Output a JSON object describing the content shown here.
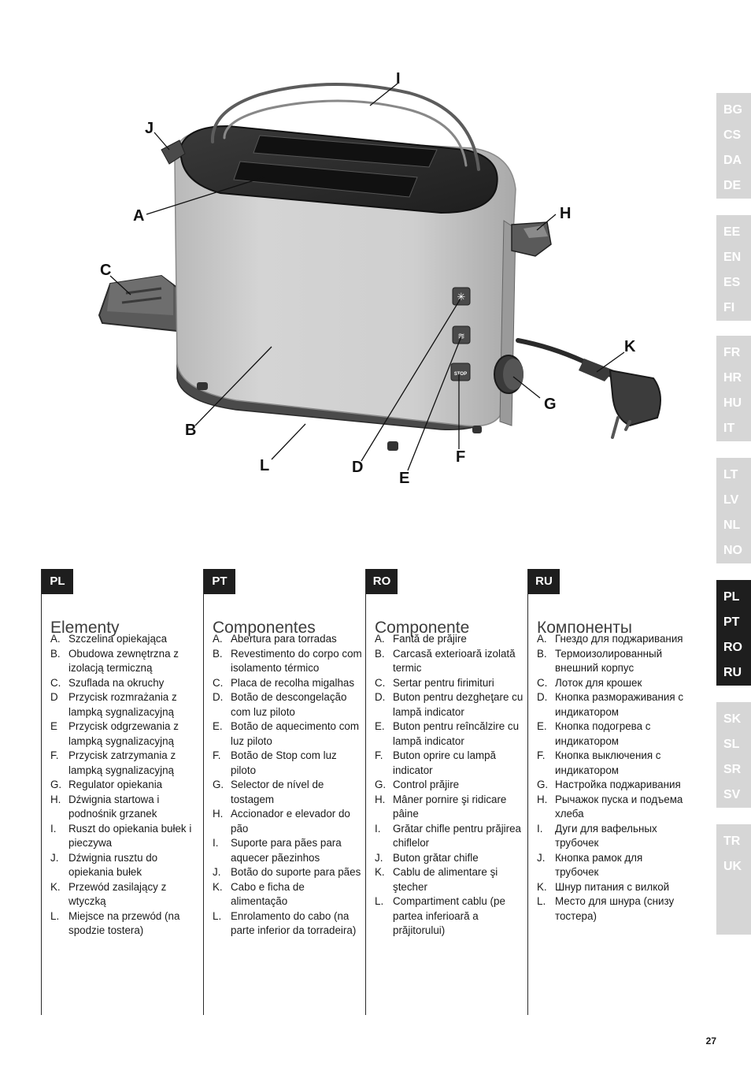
{
  "figure": {
    "callouts": [
      "I",
      "J",
      "A",
      "H",
      "C",
      "K",
      "G",
      "B",
      "F",
      "L",
      "D",
      "E"
    ],
    "buttons": {
      "stop_label": "STOP"
    }
  },
  "languages": [
    [
      "BG",
      "CS",
      "DA",
      "DE"
    ],
    [
      "EE",
      "EN",
      "ES",
      "FI"
    ],
    [
      "FR",
      "HR",
      "HU",
      "IT"
    ],
    [
      "LT",
      "LV",
      "NL",
      "NO"
    ],
    [
      "PL",
      "PT",
      "RO",
      "RU"
    ],
    [
      "SK",
      "SL",
      "SR",
      "SV"
    ],
    [
      "TR",
      "UK"
    ]
  ],
  "active_language_group": 4,
  "columns": [
    {
      "lang": "PL",
      "title": "Elementy",
      "items": [
        {
          "letter": "A.",
          "text": "Szczelina opiekająca"
        },
        {
          "letter": "B.",
          "text": "Obudowa zewnętrzna z izolacją termiczną"
        },
        {
          "letter": "C.",
          "text": "Szuflada na okruchy"
        },
        {
          "letter": "D",
          "text": "Przycisk rozmrażania z lampką sygnalizacyjną"
        },
        {
          "letter": "E",
          "text": "Przycisk odgrzewania z lampką sygnalizacyjną"
        },
        {
          "letter": "F.",
          "text": "Przycisk zatrzymania z lampką sygnalizacyjną"
        },
        {
          "letter": "G.",
          "text": "Regulator opiekania"
        },
        {
          "letter": "H.",
          "text": "Dźwignia startowa i podnośnik grzanek"
        },
        {
          "letter": "I.",
          "text": "Ruszt do opiekania bułek i pieczywa"
        },
        {
          "letter": "J.",
          "text": "Dźwignia rusztu do opiekania bułek"
        },
        {
          "letter": "K.",
          "text": "Przewód zasilający z wtyczką"
        },
        {
          "letter": "L.",
          "text": "Miejsce na przewód (na spodzie tostera)"
        }
      ]
    },
    {
      "lang": "PT",
      "title": "Componentes",
      "items": [
        {
          "letter": "A.",
          "text": "Abertura para torradas"
        },
        {
          "letter": "B.",
          "text": "Revestimento do corpo com isolamento térmico"
        },
        {
          "letter": "C.",
          "text": "Placa de recolha migalhas"
        },
        {
          "letter": "D.",
          "text": "Botão de descongelação com luz piloto"
        },
        {
          "letter": "E.",
          "text": "Botão de aquecimento com luz piloto"
        },
        {
          "letter": "F.",
          "text": "Botão de Stop com luz piloto"
        },
        {
          "letter": "G.",
          "text": "Selector de nível de tostagem"
        },
        {
          "letter": "H.",
          "text": "Accionador e elevador do pão"
        },
        {
          "letter": "I.",
          "text": "Suporte para pães para aquecer pãezinhos"
        },
        {
          "letter": "J.",
          "text": "Botão do suporte para pães"
        },
        {
          "letter": "K.",
          "text": "Cabo e ficha de alimentação"
        },
        {
          "letter": "L.",
          "text": "Enrolamento do cabo (na parte inferior da torradeira)"
        }
      ]
    },
    {
      "lang": "RO",
      "title": "Componente",
      "items": [
        {
          "letter": "A.",
          "text": "Fantă de prăjire"
        },
        {
          "letter": "B.",
          "text": "Carcasă exterioară izolată termic"
        },
        {
          "letter": "C.",
          "text": "Sertar pentru firimituri"
        },
        {
          "letter": "D.",
          "text": "Buton pentru dezgheţare cu lampă indicator"
        },
        {
          "letter": "E.",
          "text": "Buton pentru reîncălzire cu lampă indicator"
        },
        {
          "letter": "F.",
          "text": "Buton oprire cu lampă indicator"
        },
        {
          "letter": "G.",
          "text": "Control prăjire"
        },
        {
          "letter": "H.",
          "text": "Mâner pornire şi ridicare pâine"
        },
        {
          "letter": "I.",
          "text": "Grătar chifle pentru prăjirea chiflelor"
        },
        {
          "letter": "J.",
          "text": "Buton grătar chifle"
        },
        {
          "letter": "K.",
          "text": "Cablu de alimentare şi ştecher"
        },
        {
          "letter": "L.",
          "text": "Compartiment cablu (pe partea inferioară a prăjitorului)"
        }
      ]
    },
    {
      "lang": "RU",
      "title": "Компоненты",
      "items": [
        {
          "letter": "A.",
          "text": "Гнездо для поджаривания"
        },
        {
          "letter": "B.",
          "text": "Термоизолированный внешний корпус"
        },
        {
          "letter": "C.",
          "text": "Лоток для крошек"
        },
        {
          "letter": "D.",
          "text": "Кнопка размораживания с индикатором"
        },
        {
          "letter": "E.",
          "text": "Кнопка подогрева с индикатором"
        },
        {
          "letter": "F.",
          "text": "Кнопка выключения с индикатором"
        },
        {
          "letter": "G.",
          "text": "Настройка поджаривания"
        },
        {
          "letter": "H.",
          "text": "Рычажок пуска и подъема хлеба"
        },
        {
          "letter": "I.",
          "text": "Дуги для вафельных трубочек"
        },
        {
          "letter": "J.",
          "text": "Кнопка рамок для трубочек"
        },
        {
          "letter": "K.",
          "text": "Шнур питания с вилкой"
        },
        {
          "letter": "L.",
          "text": "Место для шнура (снизу тостера)"
        }
      ]
    }
  ],
  "page_number": "27"
}
